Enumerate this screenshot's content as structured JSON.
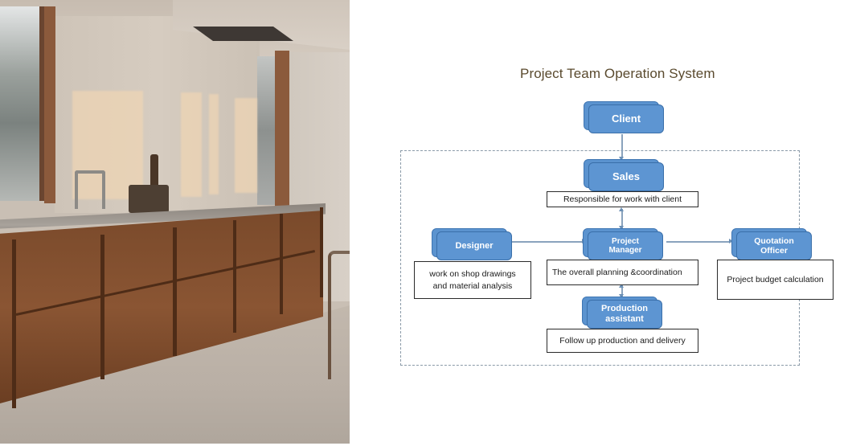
{
  "photo": {
    "description": "Kitchen interior with wooden cabinets, stone countertop, faucet and windows"
  },
  "diagram": {
    "title": "Project Team Operation System",
    "colors": {
      "node_fill": "#5d95d2",
      "node_border": "#3a6fa9",
      "node_text": "#ffffff",
      "title_text": "#5a4a2e",
      "connector": "#8aa3bd",
      "frame_dashed": "#8a9aa8"
    },
    "nodes": {
      "client": {
        "label": "Client"
      },
      "sales": {
        "label": "Sales",
        "description": "Responsible for work with client"
      },
      "designer": {
        "label": "Designer",
        "description_line1": "work on shop drawings",
        "description_line2": "and material analysis"
      },
      "project_manager": {
        "label_line1": "Project",
        "label_line2": "Manager",
        "description": "The overall planning &coordination"
      },
      "quotation_officer": {
        "label_line1": "Quotation",
        "label_line2": "Officer",
        "description": "Project budget calculation"
      },
      "production_assistant": {
        "label_line1": "Production",
        "label_line2": "assistant",
        "description": "Follow up production and delivery"
      }
    },
    "edges": [
      {
        "from": "Client",
        "to": "Sales",
        "type": "arrow-down"
      },
      {
        "from": "Sales",
        "to": "Project Manager",
        "type": "bidirectional"
      },
      {
        "from": "Designer",
        "to": "Project Manager",
        "type": "arrow-right"
      },
      {
        "from": "Project Manager",
        "to": "Quotation Officer",
        "type": "arrow-right"
      },
      {
        "from": "Project Manager",
        "to": "Production assistant",
        "type": "bidirectional"
      }
    ]
  }
}
